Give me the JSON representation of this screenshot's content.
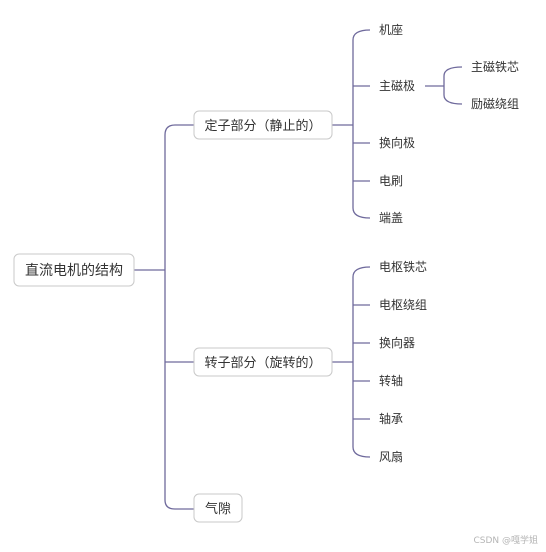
{
  "diagram": {
    "root": "直流电机的结构",
    "branches": [
      {
        "label": "定子部分（静止的）",
        "children": [
          {
            "label": "机座"
          },
          {
            "label": "主磁极",
            "children": [
              "主磁铁芯",
              "励磁绕组"
            ]
          },
          {
            "label": "换向极"
          },
          {
            "label": "电刷"
          },
          {
            "label": "端盖"
          }
        ]
      },
      {
        "label": "转子部分（旋转的）",
        "children": [
          {
            "label": "电枢铁芯"
          },
          {
            "label": "电枢绕组"
          },
          {
            "label": "换向器"
          },
          {
            "label": "转轴"
          },
          {
            "label": "轴承"
          },
          {
            "label": "风扇"
          }
        ]
      },
      {
        "label": "气隙",
        "children": []
      }
    ]
  },
  "colors": {
    "connector": "#6f6a9c",
    "box_border": "#c9c9c9",
    "text": "#333333"
  },
  "watermark": "CSDN @嘎学姐"
}
